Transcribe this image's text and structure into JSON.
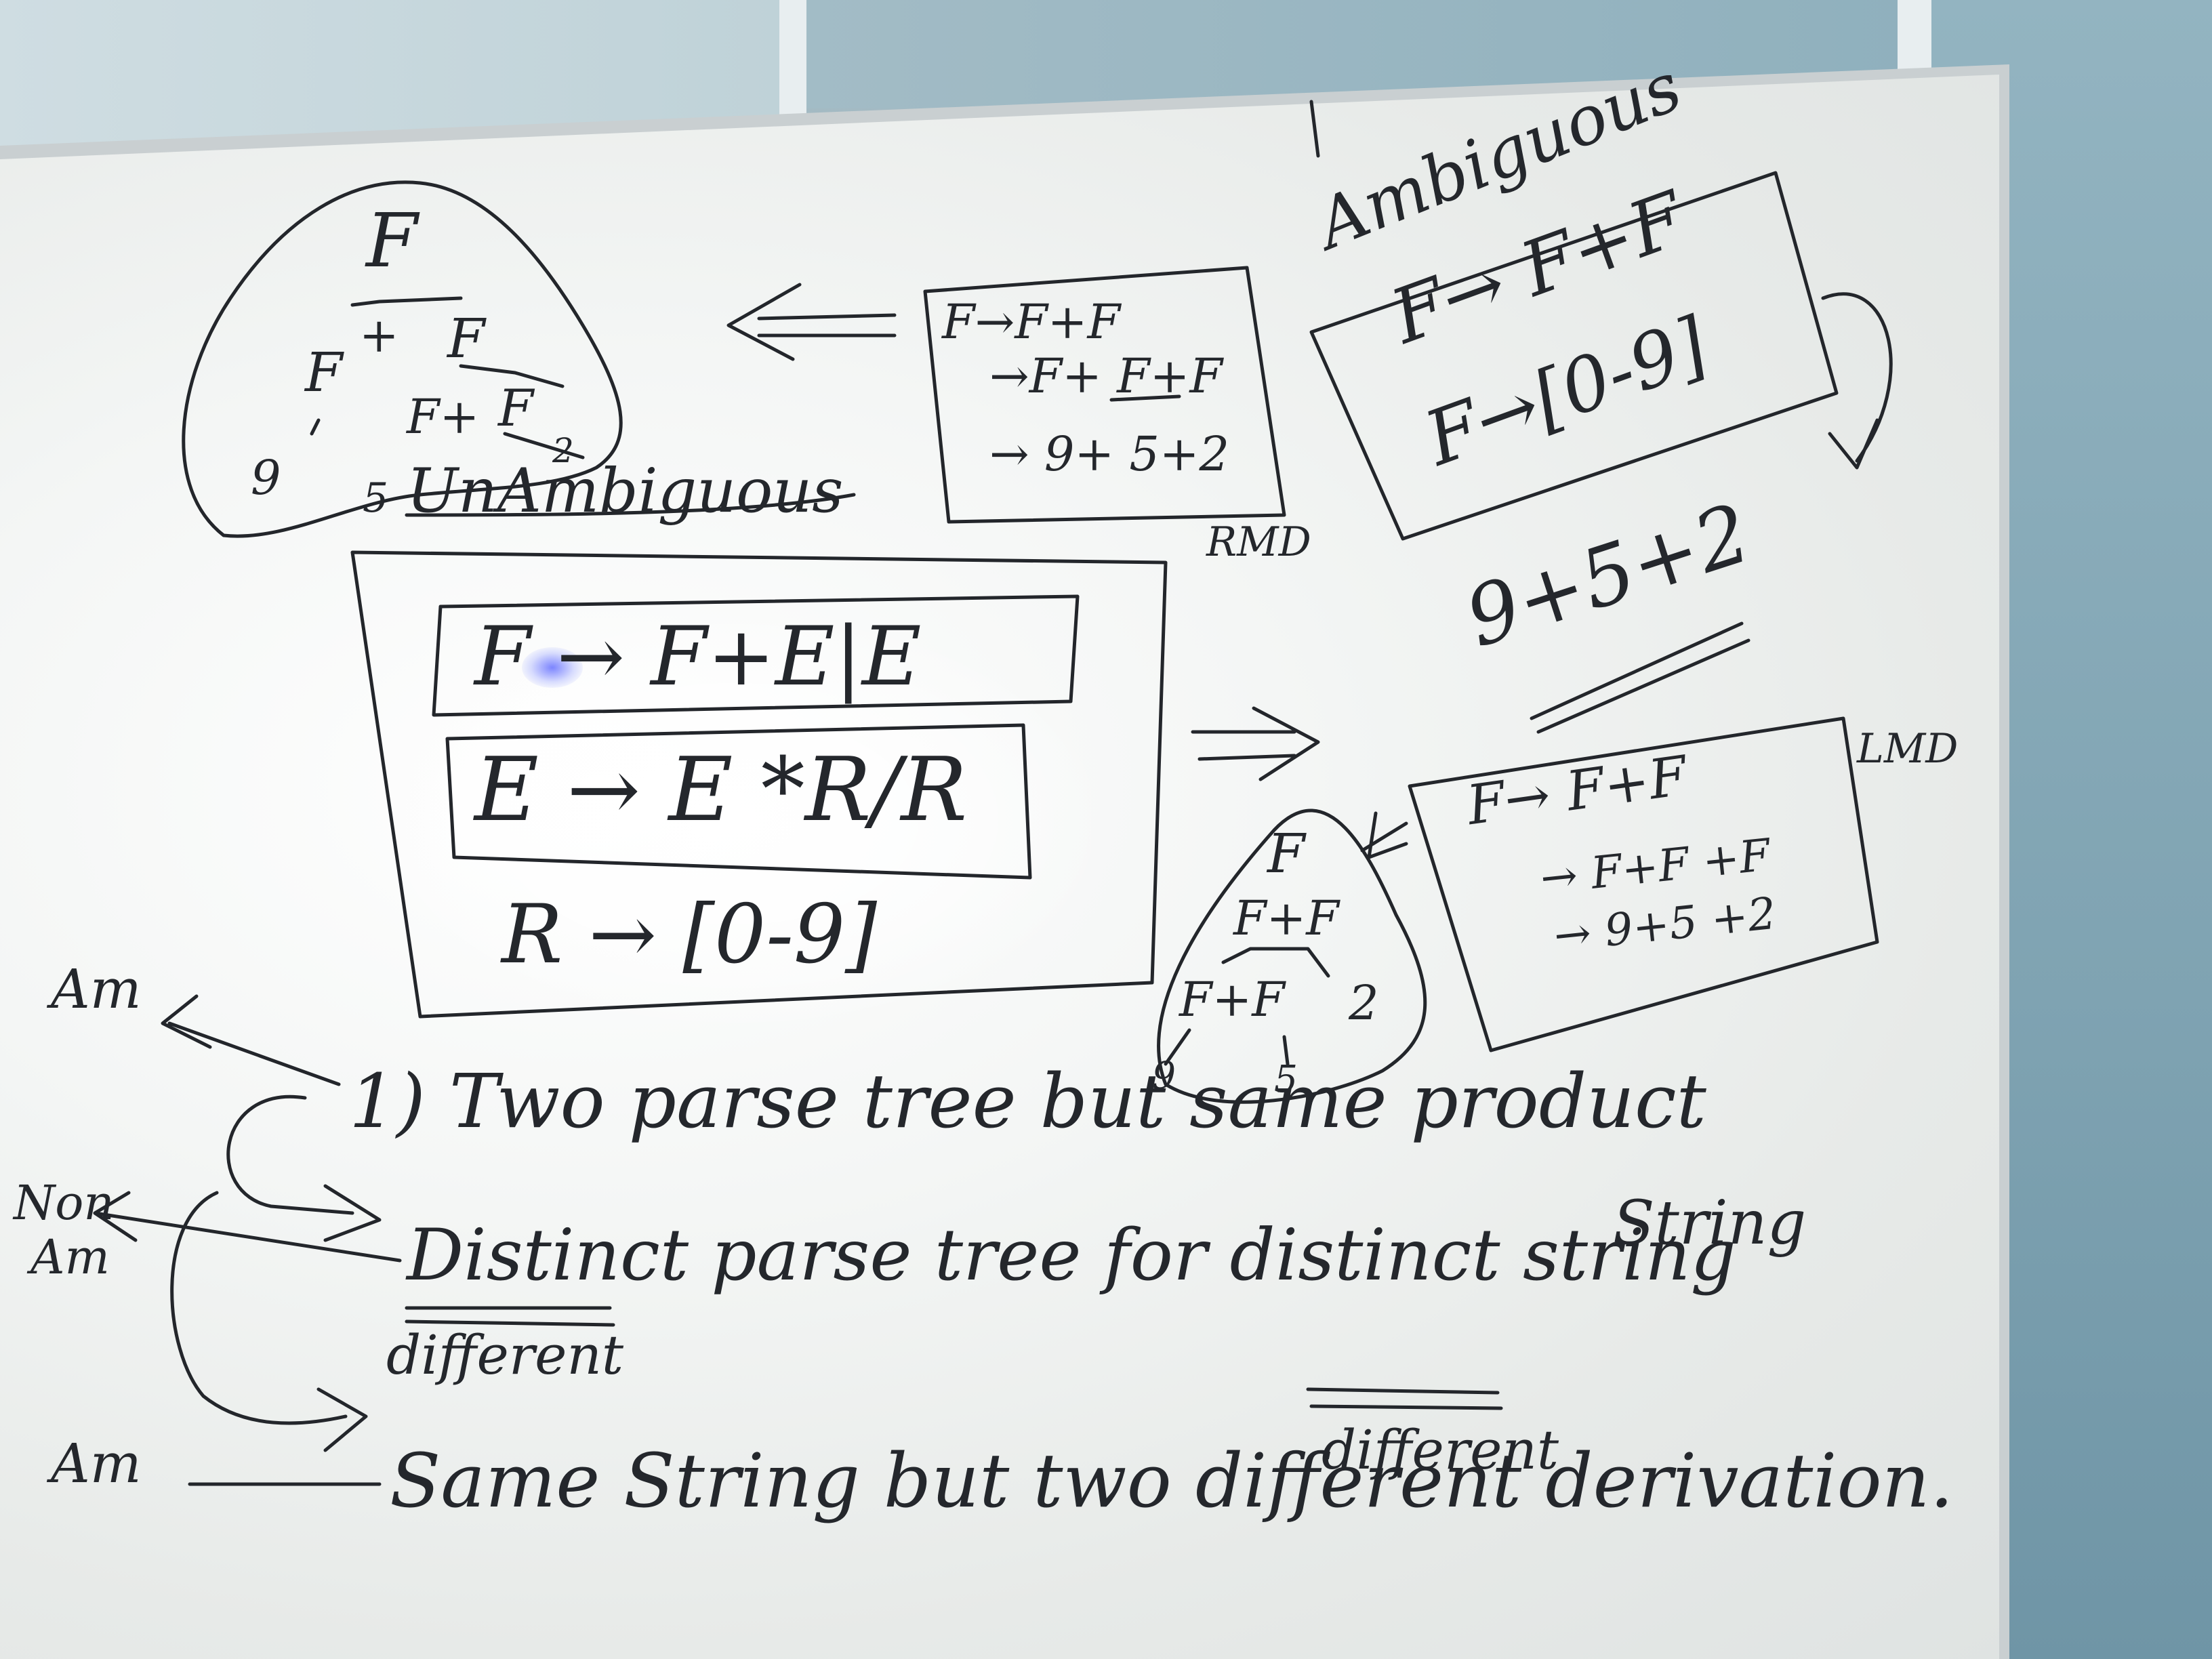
{
  "top_left_tree": {
    "root": "F",
    "level1_left": "F",
    "level1_plus": "+",
    "level1_right": "F",
    "level2_left": "F+",
    "level2_right": "F",
    "leaf_9": "9",
    "leaf_5": "5",
    "leaf_2": "2"
  },
  "rmd_box": {
    "line1": "F→F+F",
    "line2": "→F+ F+F",
    "line3": "→ 9+ 5+2",
    "label": "RMD"
  },
  "ambiguous_box": {
    "title": "Ambiguous",
    "rule1": "F→ F+F",
    "rule2": "F→[0-9]"
  },
  "unambiguous_box": {
    "title": "UnAmbiguous",
    "rule1": "F → F+E|E",
    "rule2": "E → E *R/R",
    "rule3": "R → [0-9]"
  },
  "expression": "9+5+2",
  "lmd_box": {
    "label": "LMD",
    "line1": "F→ F+F",
    "line2": "→ F+F +F",
    "line3": "→ 9+5 +2"
  },
  "bottom_right_tree": {
    "root": "F",
    "level1": "F+F",
    "level2_left": "F+F",
    "leaf_2": "2",
    "leaf_9": "9",
    "leaf_5": "5"
  },
  "notes": {
    "am_label_1": "Am",
    "point1": "1) Two parse tree but same product",
    "point1_cont": "String",
    "non_am_label_top": "Non",
    "non_am_label_bottom": "Am",
    "point2": "Distinct parse tree for distinct string",
    "point2_alt_left": "different",
    "point2_alt_right": "different",
    "am_label_2": "Am",
    "point3": "Same String but two different derivation."
  }
}
